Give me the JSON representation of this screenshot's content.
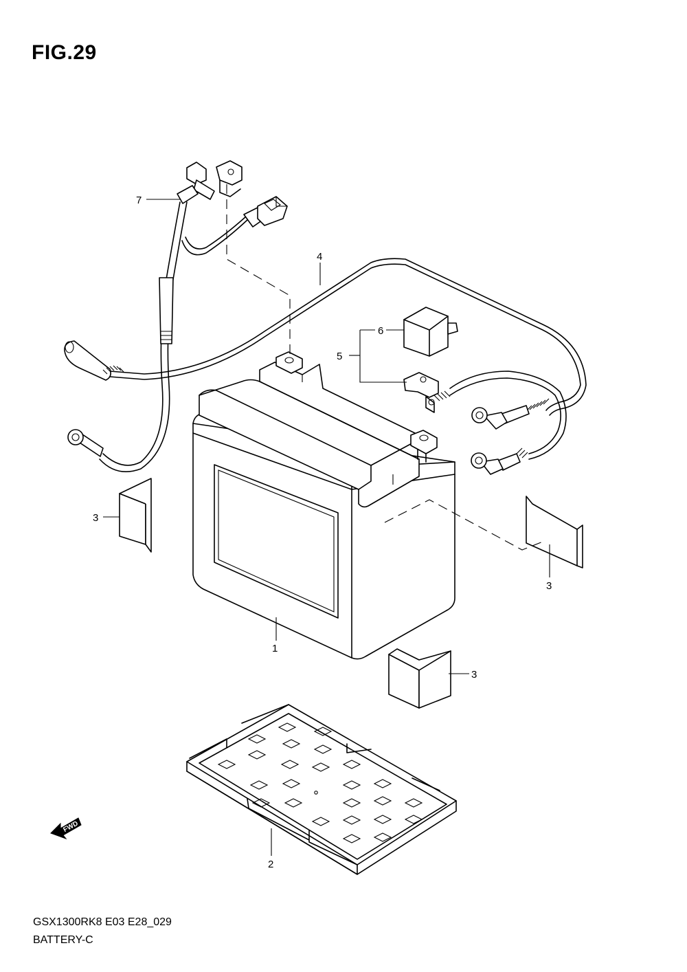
{
  "figure": {
    "title": "FIG.29"
  },
  "footer": {
    "model_code": "GSX1300RK8 E03 E28_029",
    "section_name": "BATTERY-C"
  },
  "callouts": {
    "c1": "1",
    "c2": "2",
    "c3a": "3",
    "c3b": "3",
    "c3c": "3",
    "c4": "4",
    "c5": "5",
    "c6": "6",
    "c7": "7"
  },
  "fwd_label": "FWD",
  "colors": {
    "line": "#000000",
    "background": "#ffffff"
  }
}
